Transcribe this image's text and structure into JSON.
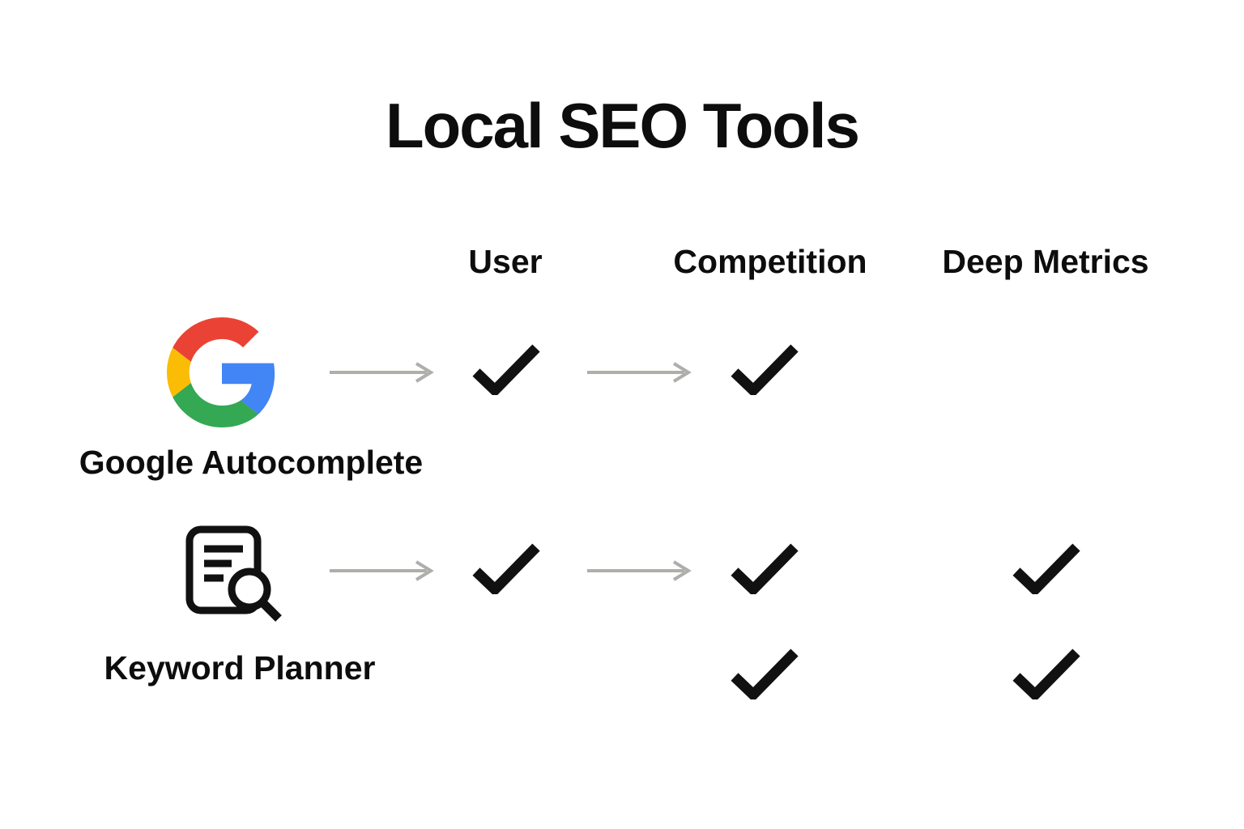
{
  "title": "Local SEO Tools",
  "columns": [
    "User",
    "Competition",
    "Deep Metrics"
  ],
  "rows": [
    {
      "tool": "Google Autocomplete",
      "icon": "google-g-logo",
      "checks": {
        "user": true,
        "competition": true,
        "deep_metrics": false
      }
    },
    {
      "tool": "Keyword Planner",
      "icon": "document-search-icon",
      "checks": {
        "user": true,
        "competition": true,
        "deep_metrics": true
      },
      "extra_checks": {
        "user": false,
        "competition": true,
        "deep_metrics": true
      }
    }
  ],
  "icons": {
    "row_connector": "right-arrow-icon",
    "check": "checkmark-icon"
  },
  "colors": {
    "background": "#ffffff",
    "text": "#0d0d0d",
    "checkmark": "#111111",
    "arrow": "#aeaeaa",
    "google_red": "#EA4335",
    "google_blue": "#4285F4",
    "google_yellow": "#FBBC05",
    "google_green": "#34A853"
  }
}
